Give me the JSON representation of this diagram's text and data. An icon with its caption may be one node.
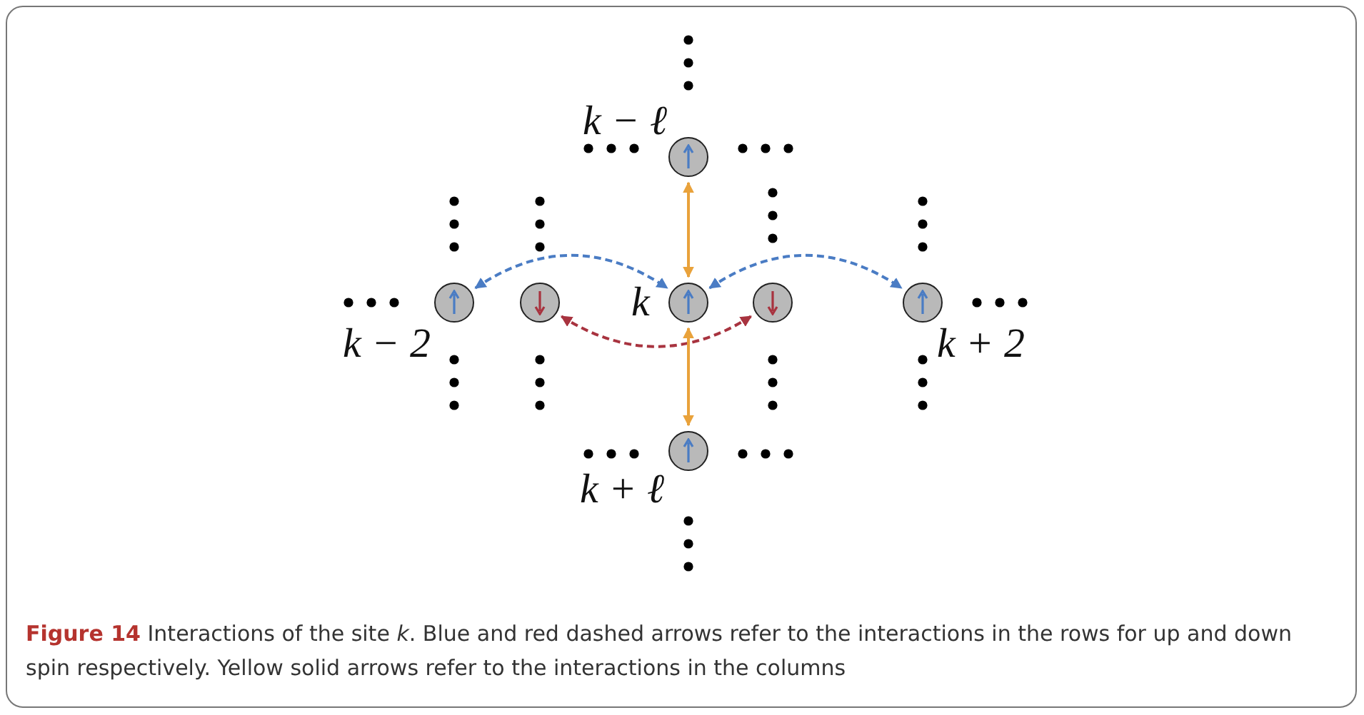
{
  "diagram": {
    "caption": "**Figure 14**  Interactions of the site *k*. Blue and red dashed arrows refer to the interactions in the rows for up and down spin respectively. Yellow solid arrows refer to the interactions in the columns",
    "nodes": [
      {
        "text": [],
        "shape": "circle",
        "beside": [
          "k − ℓ"
        ]
      },
      {
        "text": [],
        "shape": "circle",
        "beside": [
          "k − 2"
        ]
      },
      {
        "text": [],
        "shape": "circle"
      },
      {
        "text": [],
        "shape": "circle",
        "beside": [
          "k"
        ]
      },
      {
        "text": [],
        "shape": "circle"
      },
      {
        "text": [],
        "shape": "circle",
        "beside": [
          "k + 2"
        ]
      },
      {
        "text": [],
        "shape": "circle",
        "beside": [
          "k + ℓ"
        ]
      }
    ],
    "edges": [
      {
        "from": 1,
        "to": 3,
        "arrow": "both",
        "style": "dashed",
        "color": "#4a7cc4"
      },
      {
        "from": 3,
        "to": 5,
        "arrow": "both",
        "style": "dashed",
        "color": "#4a7cc4"
      },
      {
        "from": 2,
        "to": 4,
        "arrow": "both",
        "style": "dashed",
        "color": "#a8333f"
      },
      {
        "from": 0,
        "to": 3,
        "arrow": "both",
        "color": "#e9a23b"
      },
      {
        "from": 3,
        "to": 6,
        "arrow": "both",
        "color": "#e9a23b"
      }
    ]
  }
}
